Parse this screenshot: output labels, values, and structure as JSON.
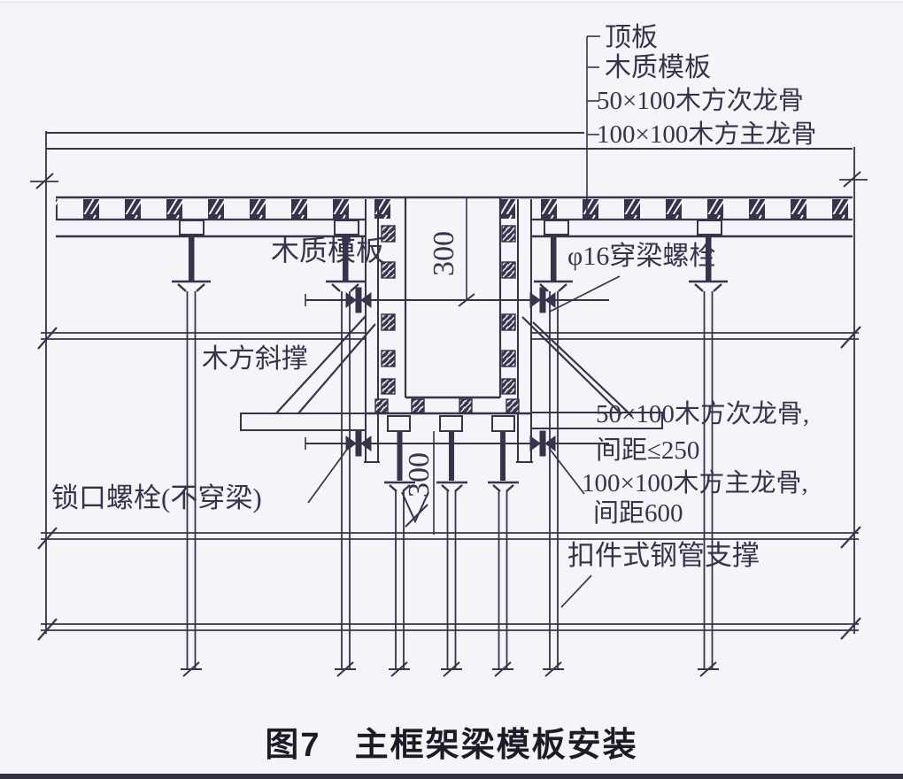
{
  "figure": {
    "caption_number": "图7",
    "caption_title": "主框架梁模板安装"
  },
  "callouts": {
    "top_bracket": {
      "items": [
        {
          "label": "顶板"
        },
        {
          "label": "木质模板"
        },
        {
          "label": "50×100木方次龙骨"
        },
        {
          "label": "100×100木方主龙骨"
        }
      ]
    },
    "formwork_label": "木质模板",
    "beam_bolt_label": "φ16穿梁螺栓",
    "brace_label": "木方斜撑",
    "secondary_joist_label": "50×100木方次龙骨,",
    "secondary_joist_spacing": "间距≤250",
    "main_joist_label": "100×100木方主龙骨,",
    "main_joist_spacing": "间距600",
    "lock_bolt_label": "锁口螺栓(不穿梁)",
    "pipe_support_label": "扣件式钢管支撑"
  },
  "dimensions": {
    "beam_side_depth": "300",
    "beam_bottom_clear": "300"
  },
  "colors": {
    "ink": "#36334a",
    "paper": "#f5f5f9"
  }
}
